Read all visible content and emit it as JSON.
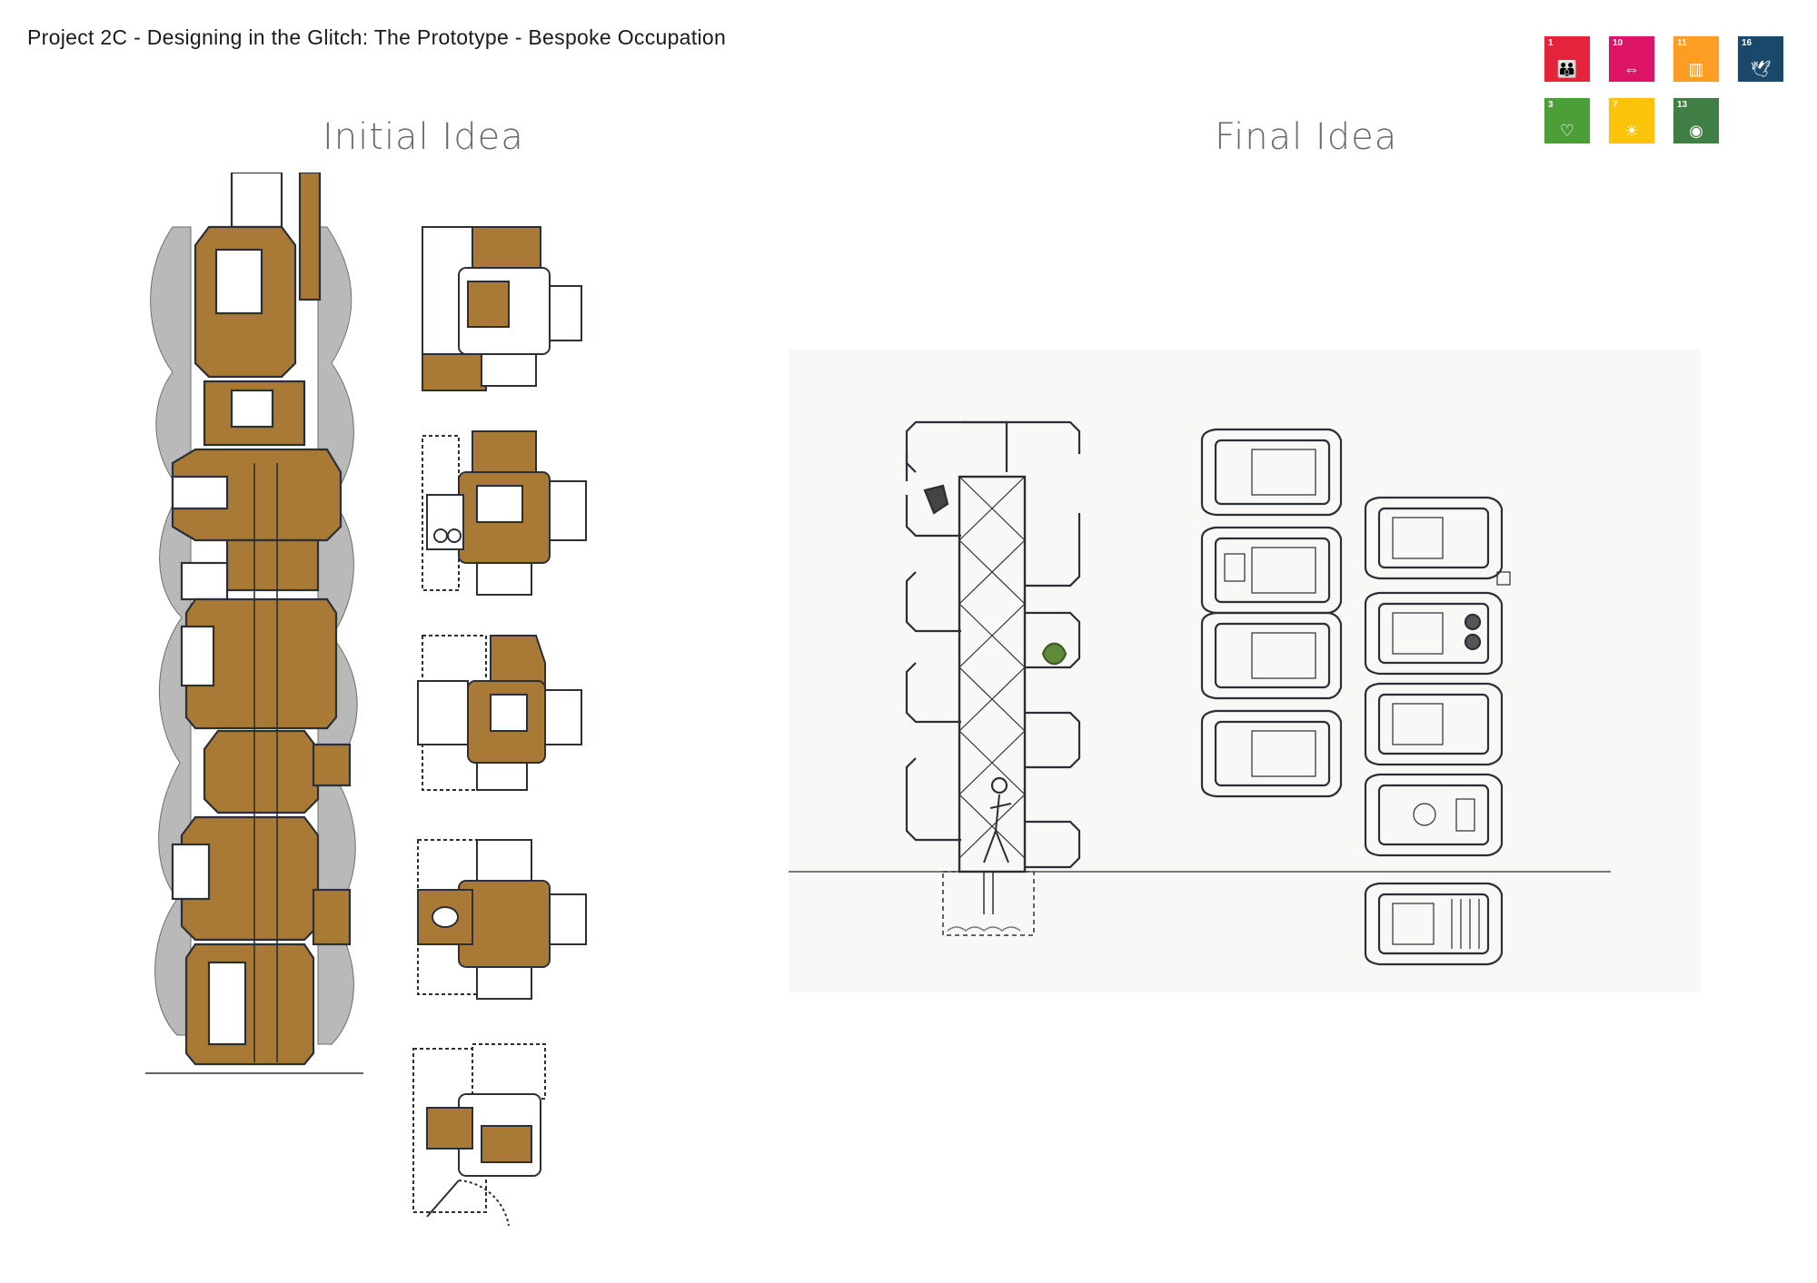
{
  "header": {
    "title": "Project 2C - Designing in the Glitch: The Prototype - Bespoke Occupation"
  },
  "sections": {
    "initial": {
      "heading": "Initial Idea"
    },
    "final": {
      "heading": "Final Idea"
    }
  },
  "sdg_icons": [
    {
      "number": "1",
      "icon": "family-icon",
      "color": "#E5243B"
    },
    {
      "number": "10",
      "icon": "equality-icon",
      "color": "#DD1367"
    },
    {
      "number": "11",
      "icon": "city-icon",
      "color": "#FD9D24"
    },
    {
      "number": "16",
      "icon": "dove-icon",
      "color": "#19486A"
    },
    {
      "number": "3",
      "icon": "heartbeat-icon",
      "color": "#4C9F38"
    },
    {
      "number": "7",
      "icon": "sun-icon",
      "color": "#FCC30B"
    },
    {
      "number": "13",
      "icon": "eye-globe-icon",
      "color": "#3F7E44"
    }
  ],
  "colors": {
    "timber": "#a97a35",
    "line": "#2b2f36",
    "panel": "#f8f8f6",
    "rock": "#8d8d8d"
  }
}
